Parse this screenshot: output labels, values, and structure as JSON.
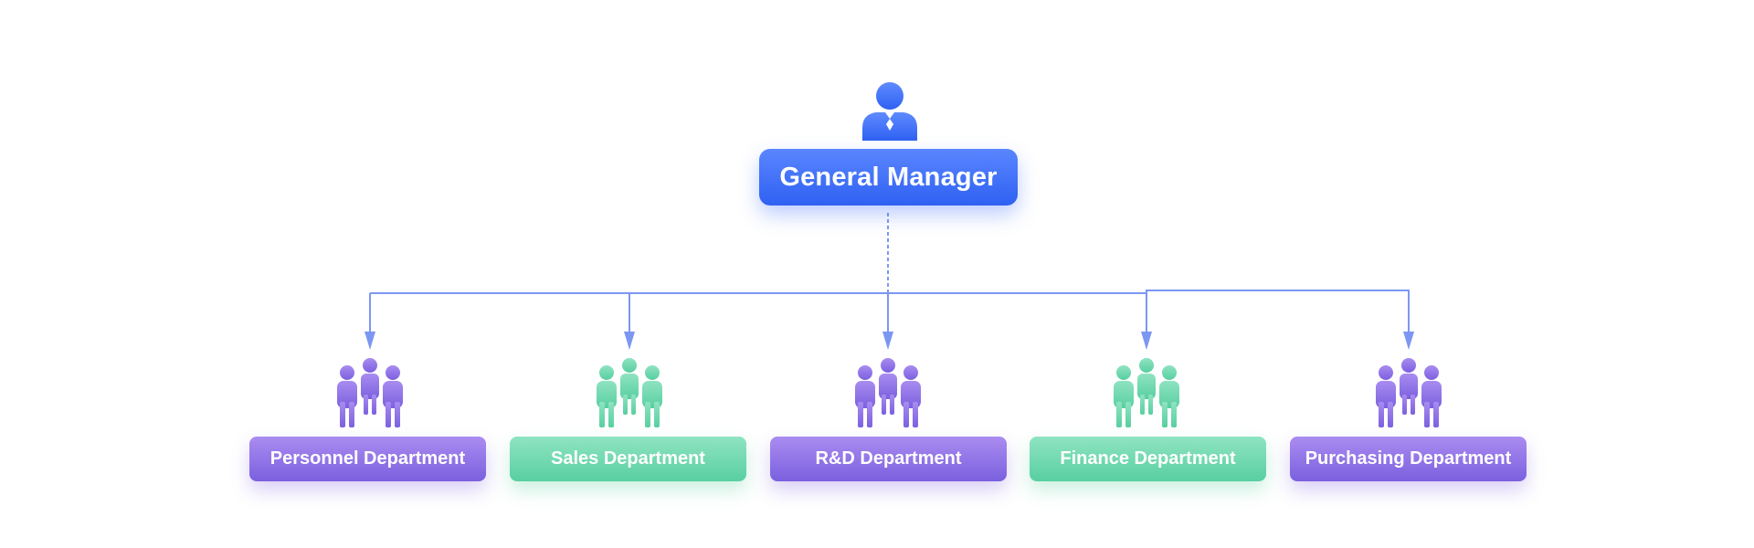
{
  "top": {
    "label": "General Manager",
    "icon": "manager-person-icon",
    "color": "#3d6cf5"
  },
  "departments": [
    {
      "label": "Personnel Department",
      "icon": "people-group-icon",
      "theme": "purple",
      "color": "#8d71e6"
    },
    {
      "label": "Sales  Department",
      "icon": "people-group-icon",
      "theme": "green",
      "color": "#67d3aa"
    },
    {
      "label": "R&D Department",
      "icon": "people-group-icon",
      "theme": "purple",
      "color": "#8d71e6"
    },
    {
      "label": "Finance Department",
      "icon": "people-group-icon",
      "theme": "green",
      "color": "#67d3aa"
    },
    {
      "label": "Purchasing Department",
      "icon": "people-group-icon",
      "theme": "purple",
      "color": "#8d71e6"
    }
  ],
  "connector_color": "#7c97f2"
}
